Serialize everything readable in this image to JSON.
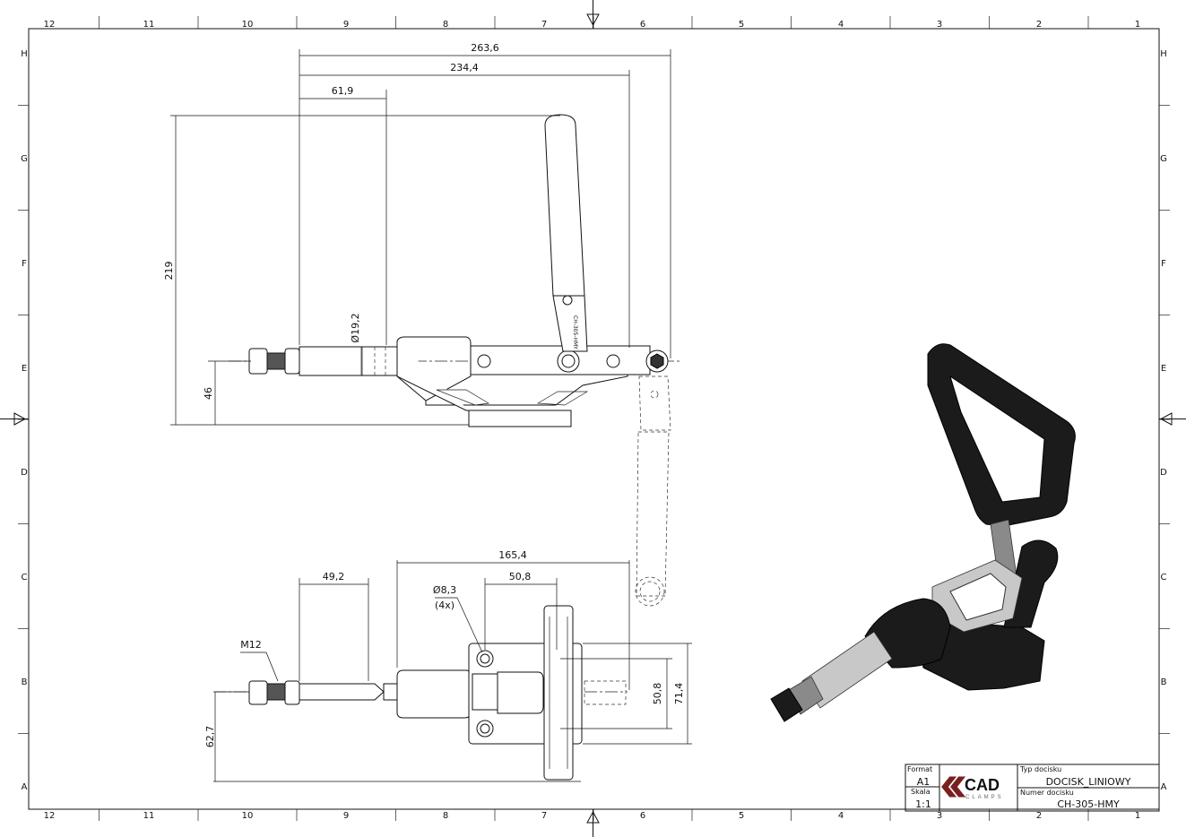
{
  "sheet": {
    "columns_top": [
      "12",
      "11",
      "10",
      "9",
      "8",
      "7",
      "6",
      "5",
      "4",
      "3",
      "2",
      "1"
    ],
    "columns_bottom": [
      "12",
      "11",
      "10",
      "9",
      "8",
      "7",
      "6",
      "5",
      "4",
      "3",
      "2",
      "1"
    ],
    "rows_left": [
      "H",
      "G",
      "F",
      "E",
      "D",
      "C",
      "B",
      "A"
    ],
    "rows_right": [
      "H",
      "G",
      "F",
      "E",
      "D",
      "C",
      "B",
      "A"
    ]
  },
  "side_view": {
    "dims": {
      "overall_length": "263,6",
      "pivot_length": "234,4",
      "plunger_extension": "61,9",
      "total_height": "219",
      "plunger_diameter": "Ø19,2",
      "axis_height": "46"
    },
    "arm_marking": "CH-305-HMY"
  },
  "top_view": {
    "dims": {
      "length": "165,4",
      "thread_length": "49,2",
      "hole_diameter": "Ø8,3",
      "hole_count": "(4x)",
      "hole_spacing_x": "50,8",
      "thread": "M12",
      "axis_offset": "62,7",
      "hole_spacing_y": "50,8",
      "base_width": "71,4"
    }
  },
  "title_block": {
    "format_label": "Format",
    "format_value": "A1",
    "scale_label": "Skala",
    "scale_value": "1:1",
    "type_label": "Typ docisku",
    "type_value": "DOCISK_LINIOWY",
    "number_label": "Numer docisku",
    "number_value": "CH-305-HMY",
    "logo_main": "CAD",
    "logo_sub": "CLAMPS",
    "logo_color": "#7a1f1f"
  }
}
